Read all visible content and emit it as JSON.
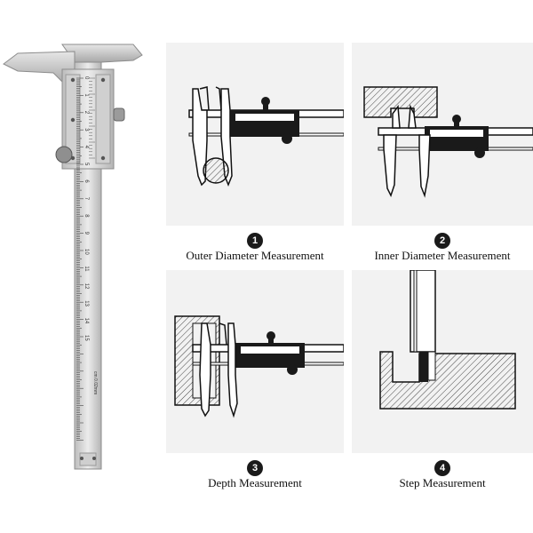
{
  "caliper": {
    "scale_numbers": [
      "0",
      "1",
      "2",
      "3",
      "4",
      "5",
      "6",
      "7",
      "8",
      "9",
      "10",
      "11",
      "12",
      "13",
      "14",
      "15"
    ],
    "unit_text": "cm 0.02mm"
  },
  "panels": [
    {
      "number": "1",
      "caption": "Outer Diameter Measurement"
    },
    {
      "number": "2",
      "caption": "Inner Diameter Measurement"
    },
    {
      "number": "3",
      "caption": "Depth Measurement"
    },
    {
      "number": "4",
      "caption": "Step Measurement"
    }
  ],
  "colors": {
    "panel_bg": "#f2f2f2",
    "ink": "#1a1a1a",
    "steel_light": "#dcdcdc",
    "steel_dark": "#a9a9a9"
  }
}
